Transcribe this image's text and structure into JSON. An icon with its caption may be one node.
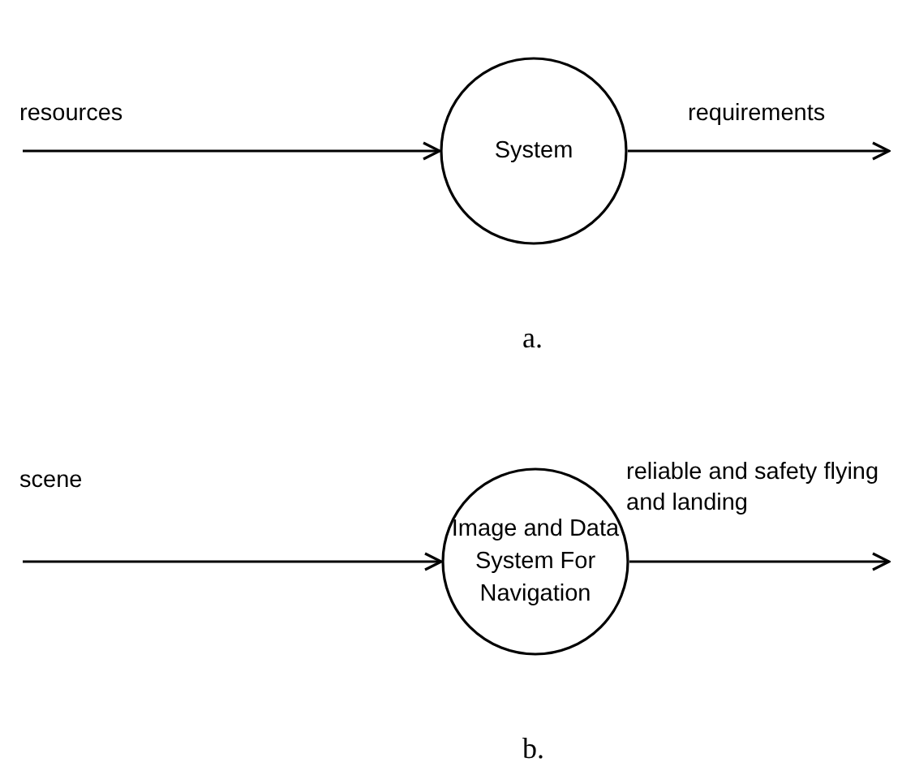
{
  "diagram": {
    "nodes": [
      {
        "text": [
          "System"
        ]
      },
      {
        "text": [
          "Image and Data System For Navigation"
        ]
      }
    ],
    "edges": [
      {
        "from": null,
        "to": 0,
        "arrow": "to",
        "label": "resources"
      },
      {
        "from": 0,
        "to": null,
        "arrow": "to",
        "label": "requirements"
      },
      {
        "from": null,
        "to": 1,
        "arrow": "to",
        "label": "scene"
      },
      {
        "from": 1,
        "to": null,
        "arrow": "to",
        "label": "reliable and safety flying and landing"
      }
    ],
    "labels": [
      "a.",
      "b."
    ]
  }
}
